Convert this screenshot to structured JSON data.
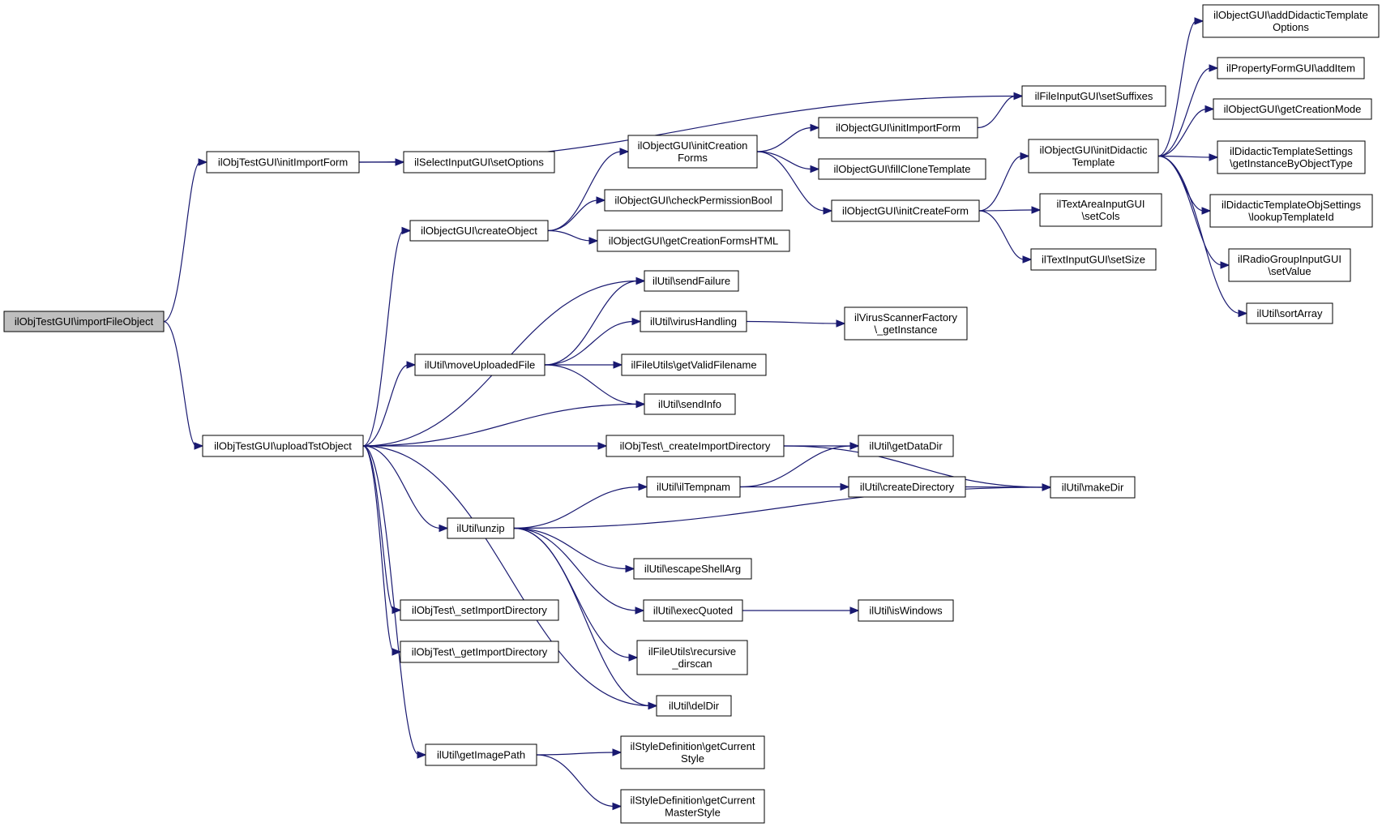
{
  "graph": {
    "root_color": "#bfbfbf",
    "edge_color": "#191970",
    "nodes": [
      {
        "id": "n1",
        "lines": [
          "ilObjTestGUI\\importFileObject"
        ],
        "root": true
      },
      {
        "id": "n2",
        "lines": [
          "ilObjTestGUI\\initImportForm"
        ]
      },
      {
        "id": "n3",
        "lines": [
          "ilObjTestGUI\\uploadTstObject"
        ]
      },
      {
        "id": "n4",
        "lines": [
          "ilFileInputGUI\\setSuffixes"
        ]
      },
      {
        "id": "n5",
        "lines": [
          "ilSelectInputGUI\\setOptions"
        ]
      },
      {
        "id": "n6",
        "lines": [
          "ilObjectGUI\\createObject"
        ]
      },
      {
        "id": "n7",
        "lines": [
          "ilUtil\\sendFailure"
        ]
      },
      {
        "id": "n8",
        "lines": [
          "ilUtil\\moveUploadedFile"
        ]
      },
      {
        "id": "n9",
        "lines": [
          "ilUtil\\sendInfo"
        ]
      },
      {
        "id": "n10",
        "lines": [
          "ilObjTest\\_createImportDirectory"
        ]
      },
      {
        "id": "n11",
        "lines": [
          "ilUtil\\unzip"
        ]
      },
      {
        "id": "n12",
        "lines": [
          "ilObjTest\\_setImportDirectory"
        ]
      },
      {
        "id": "n13",
        "lines": [
          "ilObjTest\\_getImportDirectory"
        ]
      },
      {
        "id": "n14",
        "lines": [
          "ilUtil\\delDir"
        ]
      },
      {
        "id": "n15",
        "lines": [
          "ilUtil\\getImagePath"
        ]
      },
      {
        "id": "n16",
        "lines": [
          "ilObjectGUI\\initCreation",
          "Forms"
        ]
      },
      {
        "id": "n17",
        "lines": [
          "ilObjectGUI\\checkPermissionBool"
        ]
      },
      {
        "id": "n18",
        "lines": [
          "ilObjectGUI\\getCreationFormsHTML"
        ]
      },
      {
        "id": "n19",
        "lines": [
          "ilObjectGUI\\initImportForm"
        ]
      },
      {
        "id": "n20",
        "lines": [
          "ilObjectGUI\\fillCloneTemplate"
        ]
      },
      {
        "id": "n21",
        "lines": [
          "ilObjectGUI\\initCreateForm"
        ]
      },
      {
        "id": "n22",
        "lines": [
          "ilObjectGUI\\initDidactic",
          "Template"
        ]
      },
      {
        "id": "n23",
        "lines": [
          "ilTextAreaInputGUI",
          "\\setCols"
        ]
      },
      {
        "id": "n24",
        "lines": [
          "ilTextInputGUI\\setSize"
        ]
      },
      {
        "id": "n25",
        "lines": [
          "ilObjectGUI\\addDidacticTemplate",
          "Options"
        ]
      },
      {
        "id": "n26",
        "lines": [
          "ilPropertyFormGUI\\addItem"
        ]
      },
      {
        "id": "n27",
        "lines": [
          "ilObjectGUI\\getCreationMode"
        ]
      },
      {
        "id": "n28",
        "lines": [
          "ilDidacticTemplateSettings",
          "\\getInstanceByObjectType"
        ]
      },
      {
        "id": "n29",
        "lines": [
          "ilDidacticTemplateObjSettings",
          "\\lookupTemplateId"
        ]
      },
      {
        "id": "n30",
        "lines": [
          "ilRadioGroupInputGUI",
          "\\setValue"
        ]
      },
      {
        "id": "n31",
        "lines": [
          "ilUtil\\sortArray"
        ]
      },
      {
        "id": "n32",
        "lines": [
          "ilUtil\\virusHandling"
        ]
      },
      {
        "id": "n33",
        "lines": [
          "ilFileUtils\\getValidFilename"
        ]
      },
      {
        "id": "n34",
        "lines": [
          "ilVirusScannerFactory",
          "\\_getInstance"
        ]
      },
      {
        "id": "n35",
        "lines": [
          "ilUtil\\getDataDir"
        ]
      },
      {
        "id": "n36",
        "lines": [
          "ilUtil\\makeDir"
        ]
      },
      {
        "id": "n37",
        "lines": [
          "ilUtil\\ilTempnam"
        ]
      },
      {
        "id": "n38",
        "lines": [
          "ilUtil\\createDirectory"
        ]
      },
      {
        "id": "n39",
        "lines": [
          "ilUtil\\escapeShellArg"
        ]
      },
      {
        "id": "n40",
        "lines": [
          "ilUtil\\execQuoted"
        ]
      },
      {
        "id": "n41",
        "lines": [
          "ilUtil\\isWindows"
        ]
      },
      {
        "id": "n42",
        "lines": [
          "ilFileUtils\\recursive",
          "_dirscan"
        ]
      },
      {
        "id": "n43",
        "lines": [
          "ilStyleDefinition\\getCurrent",
          "Style"
        ]
      },
      {
        "id": "n44",
        "lines": [
          "ilStyleDefinition\\getCurrent",
          "MasterStyle"
        ]
      }
    ],
    "edges": [
      [
        "n1",
        "n2"
      ],
      [
        "n1",
        "n3"
      ],
      [
        "n2",
        "n4"
      ],
      [
        "n2",
        "n5"
      ],
      [
        "n3",
        "n6"
      ],
      [
        "n3",
        "n7"
      ],
      [
        "n3",
        "n8"
      ],
      [
        "n3",
        "n9"
      ],
      [
        "n3",
        "n10"
      ],
      [
        "n3",
        "n11"
      ],
      [
        "n3",
        "n12"
      ],
      [
        "n3",
        "n13"
      ],
      [
        "n3",
        "n14"
      ],
      [
        "n3",
        "n15"
      ],
      [
        "n6",
        "n16"
      ],
      [
        "n6",
        "n17"
      ],
      [
        "n6",
        "n18"
      ],
      [
        "n16",
        "n19"
      ],
      [
        "n16",
        "n20"
      ],
      [
        "n16",
        "n21"
      ],
      [
        "n19",
        "n4"
      ],
      [
        "n21",
        "n22"
      ],
      [
        "n21",
        "n23"
      ],
      [
        "n21",
        "n24"
      ],
      [
        "n22",
        "n25"
      ],
      [
        "n22",
        "n26"
      ],
      [
        "n22",
        "n27"
      ],
      [
        "n22",
        "n28"
      ],
      [
        "n22",
        "n29"
      ],
      [
        "n22",
        "n30"
      ],
      [
        "n22",
        "n31"
      ],
      [
        "n8",
        "n7"
      ],
      [
        "n8",
        "n32"
      ],
      [
        "n8",
        "n33"
      ],
      [
        "n8",
        "n9"
      ],
      [
        "n32",
        "n34"
      ],
      [
        "n10",
        "n35"
      ],
      [
        "n10",
        "n36"
      ],
      [
        "n11",
        "n37"
      ],
      [
        "n11",
        "n36"
      ],
      [
        "n11",
        "n39"
      ],
      [
        "n11",
        "n40"
      ],
      [
        "n11",
        "n42"
      ],
      [
        "n11",
        "n14"
      ],
      [
        "n37",
        "n35"
      ],
      [
        "n37",
        "n38"
      ],
      [
        "n38",
        "n36"
      ],
      [
        "n40",
        "n41"
      ],
      [
        "n15",
        "n43"
      ],
      [
        "n15",
        "n44"
      ]
    ]
  }
}
